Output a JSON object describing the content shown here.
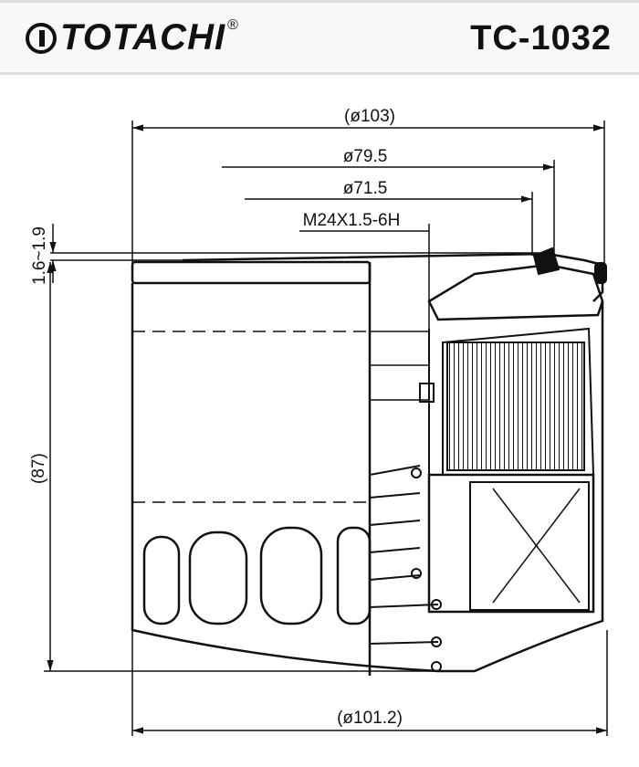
{
  "header": {
    "brand": "TOTACHI",
    "registered": "®",
    "part_number": "TC-1032"
  },
  "dimensions": {
    "outer_diameter": "(ø103)",
    "gasket_outer": "ø79.5",
    "gasket_inner": "ø71.5",
    "thread": "M24X1.5-6H",
    "gasket_thickness": "1.6~1.9",
    "height": "(87)",
    "body_diameter": "(ø101.2)"
  }
}
